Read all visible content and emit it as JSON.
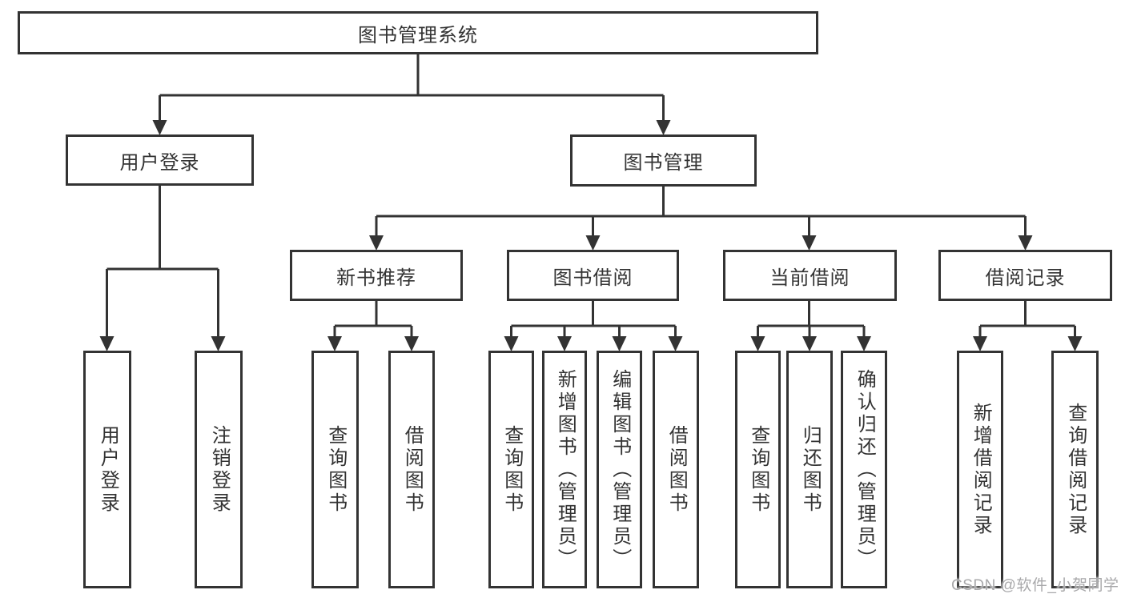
{
  "tree": {
    "root": {
      "label": "图书管理系统"
    },
    "branches": [
      {
        "label": "用户登录",
        "leaves": [
          "用户登录",
          "注销登录"
        ]
      },
      {
        "label": "图书管理",
        "groups": [
          {
            "label": "新书推荐",
            "leaves": [
              "查询图书",
              "借阅图书"
            ]
          },
          {
            "label": "图书借阅",
            "leaves": [
              "查询图书",
              "新增图书（管理员）",
              "编辑图书（管理员）",
              "借阅图书"
            ]
          },
          {
            "label": "当前借阅",
            "leaves": [
              "查询图书",
              "归还图书",
              "确认归还（管理员）"
            ]
          },
          {
            "label": "借阅记录",
            "leaves": [
              "新增借阅记录",
              "查询借阅记录"
            ]
          }
        ]
      }
    ]
  },
  "watermark": {
    "text": "CSDN @软件_小贺同学",
    "color": "#a8a8aa"
  },
  "colors": {
    "line": "#333333",
    "box_border": "#333333",
    "box_background": "#ffffff",
    "text": "#333333",
    "page_background": "#ffffff"
  }
}
